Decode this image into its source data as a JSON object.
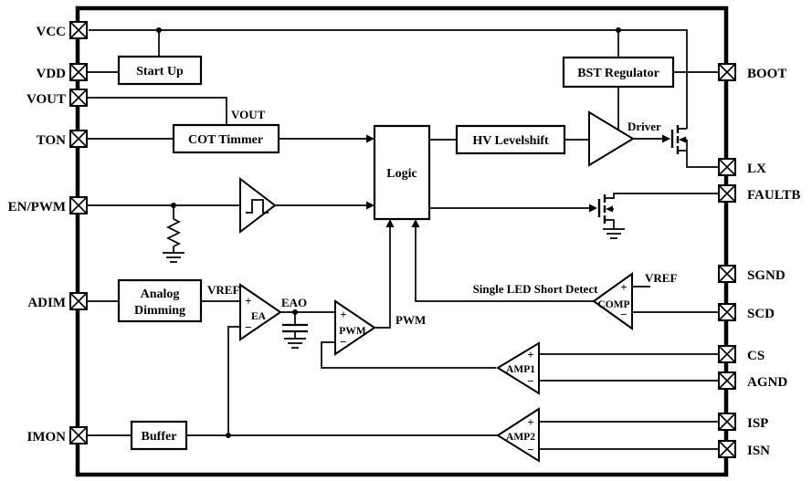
{
  "pins": {
    "left": [
      "VCC",
      "VDD",
      "VOUT",
      "TON",
      "EN/PWM",
      "ADIM",
      "IMON"
    ],
    "right": [
      "BOOT",
      "LX",
      "FAULTB",
      "SGND",
      "SCD",
      "CS",
      "AGND",
      "ISP",
      "ISN"
    ]
  },
  "blocks": {
    "start_up": "Start Up",
    "cot_timer": "COT Timmer",
    "logic": "Logic",
    "hv_levelshift": "HV Levelshift",
    "bst_regulator": "BST Regulator",
    "analog_dimming": [
      "Analog",
      "Dimming"
    ],
    "buffer": "Buffer"
  },
  "amps": {
    "ea": "EA",
    "pwm": "PWM",
    "comp": "COMP",
    "amp1": "AMP1",
    "amp2": "AMP2"
  },
  "signals": {
    "vout": "VOUT",
    "vref_ea": "VREF",
    "eao": "EAO",
    "pwm_out": "PWM",
    "driver": "Driver",
    "single_led_short_detect": "Single LED Short Detect",
    "vref_comp": "VREF"
  },
  "sym": {
    "plus": "+",
    "minus": "−"
  },
  "colors": {
    "line": "#000000",
    "background": "#ffffff"
  }
}
